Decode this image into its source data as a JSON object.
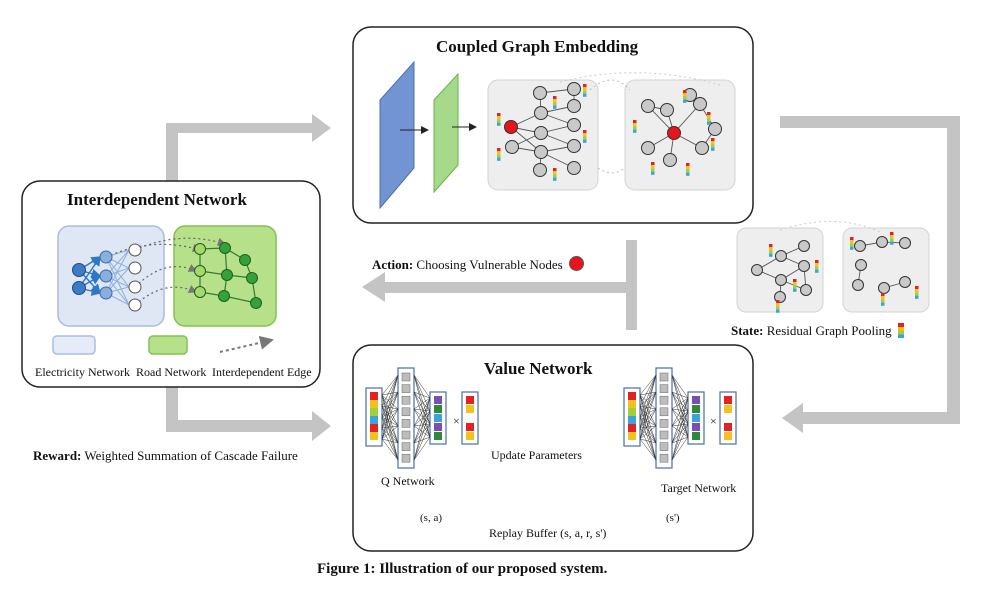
{
  "boxes": {
    "embedding_title": "Coupled Graph Embedding",
    "interdependent_title": "Interdependent Network",
    "value_title": "Value Network"
  },
  "legend": {
    "electricity": "Electricity Network",
    "road": "Road Network",
    "interdependent_edge": "Interdependent Edge"
  },
  "action": {
    "label": "Action:",
    "text": "Choosing Vulnerable Nodes"
  },
  "state": {
    "label": "State:",
    "text": "Residual Graph Pooling"
  },
  "reward": {
    "label": "Reward:",
    "text": "Weighted Summation of Cascade Failure"
  },
  "value_network": {
    "q_network": "Q Network",
    "target_network": "Target Network",
    "update": "Update  Parameters",
    "replay": "Replay Buffer (s, a, r, s')",
    "sa": "(s, a)",
    "s_prime": "(s')",
    "times": "×"
  },
  "caption": "Figure 1: Illustration of our proposed system.",
  "colors": {
    "arrow_gray": "#c4c4c4",
    "electric_fill": "#dfe6f4",
    "electric_border": "#a9bde0",
    "road_fill": "#b7e08a",
    "road_border": "#84c24f",
    "node_blue": "#3d7cc4",
    "node_light_blue": "#8aaedd",
    "node_green": "#33a23a",
    "node_light_green": "#a7d96a",
    "highlight_red": "#e8141b",
    "layer_blue": "#7394d2",
    "layer_green": "#a6d98a"
  }
}
